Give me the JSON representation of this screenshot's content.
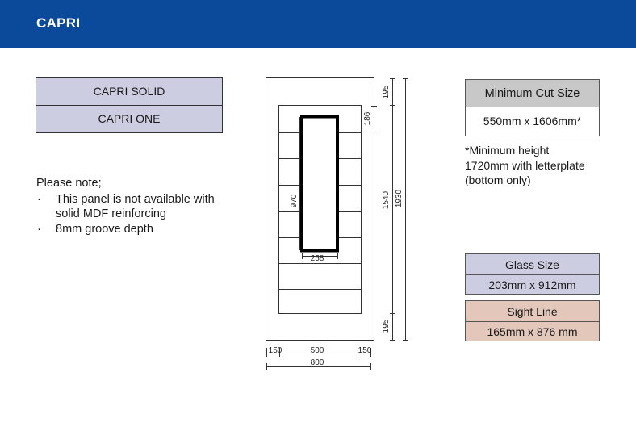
{
  "header": {
    "title": "CAPRI"
  },
  "variants": [
    "CAPRI SOLID",
    "CAPRI ONE"
  ],
  "notes": {
    "title": "Please note;",
    "bullet": "·",
    "items": [
      {
        "line1": "This panel is not available with",
        "line2": "solid MDF reinforcing"
      },
      {
        "line1": "8mm groove depth"
      }
    ]
  },
  "min_cut": {
    "label": "Minimum Cut Size",
    "value": "550mm x 1606mm*"
  },
  "footnote": [
    "*Minimum height",
    "1720mm with letterplate",
    "(bottom only)"
  ],
  "glass": {
    "label": "Glass Size",
    "value": "203mm x 912mm"
  },
  "sight": {
    "label": "Sight Line",
    "value": "165mm x 876 mm"
  },
  "dims": {
    "top_rail": "195",
    "glass_top": "186",
    "glass_height": "970",
    "glass_width": "258",
    "panel_height": "1540",
    "door_height": "1930",
    "bottom_rail": "195",
    "stile_left": "150",
    "panel_width": "500",
    "stile_right": "150",
    "door_width": "800"
  },
  "colors": {
    "header": "#0b4a9a",
    "variant": "#cdcde2",
    "cut": "#c8c8c8",
    "glass": "#cdcde2",
    "sight": "#e4c7bb"
  }
}
